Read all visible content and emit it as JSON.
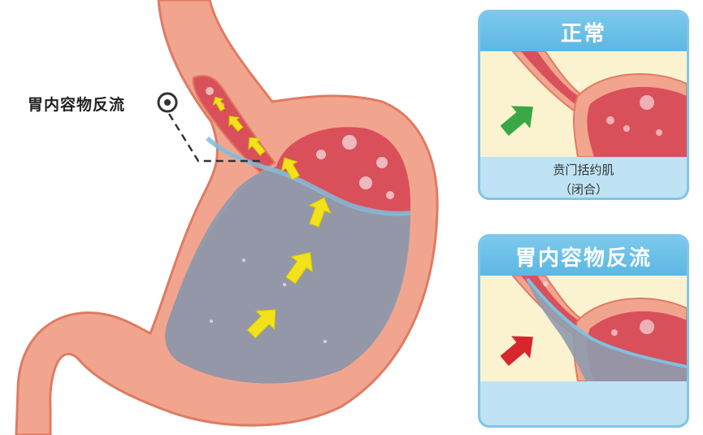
{
  "callout": {
    "label": "胃内容物反流"
  },
  "panels": {
    "normal": {
      "title": "正常",
      "caption_line1": "贲门括约肌",
      "caption_line2": "（闭合）",
      "arrow_color": "#3aa845"
    },
    "reflux": {
      "title": "胃内容物反流",
      "arrow_color": "#d8262e"
    }
  },
  "colors": {
    "stomach_wall": "#f2a58e",
    "stomach_outline": "#e07a63",
    "mucosa": "#d9505a",
    "fluid": "#8f9bad",
    "reflux_arrow": "#f2e21c",
    "panel_bg": "#fbf3cf",
    "panel_border": "#7fc6e8"
  }
}
